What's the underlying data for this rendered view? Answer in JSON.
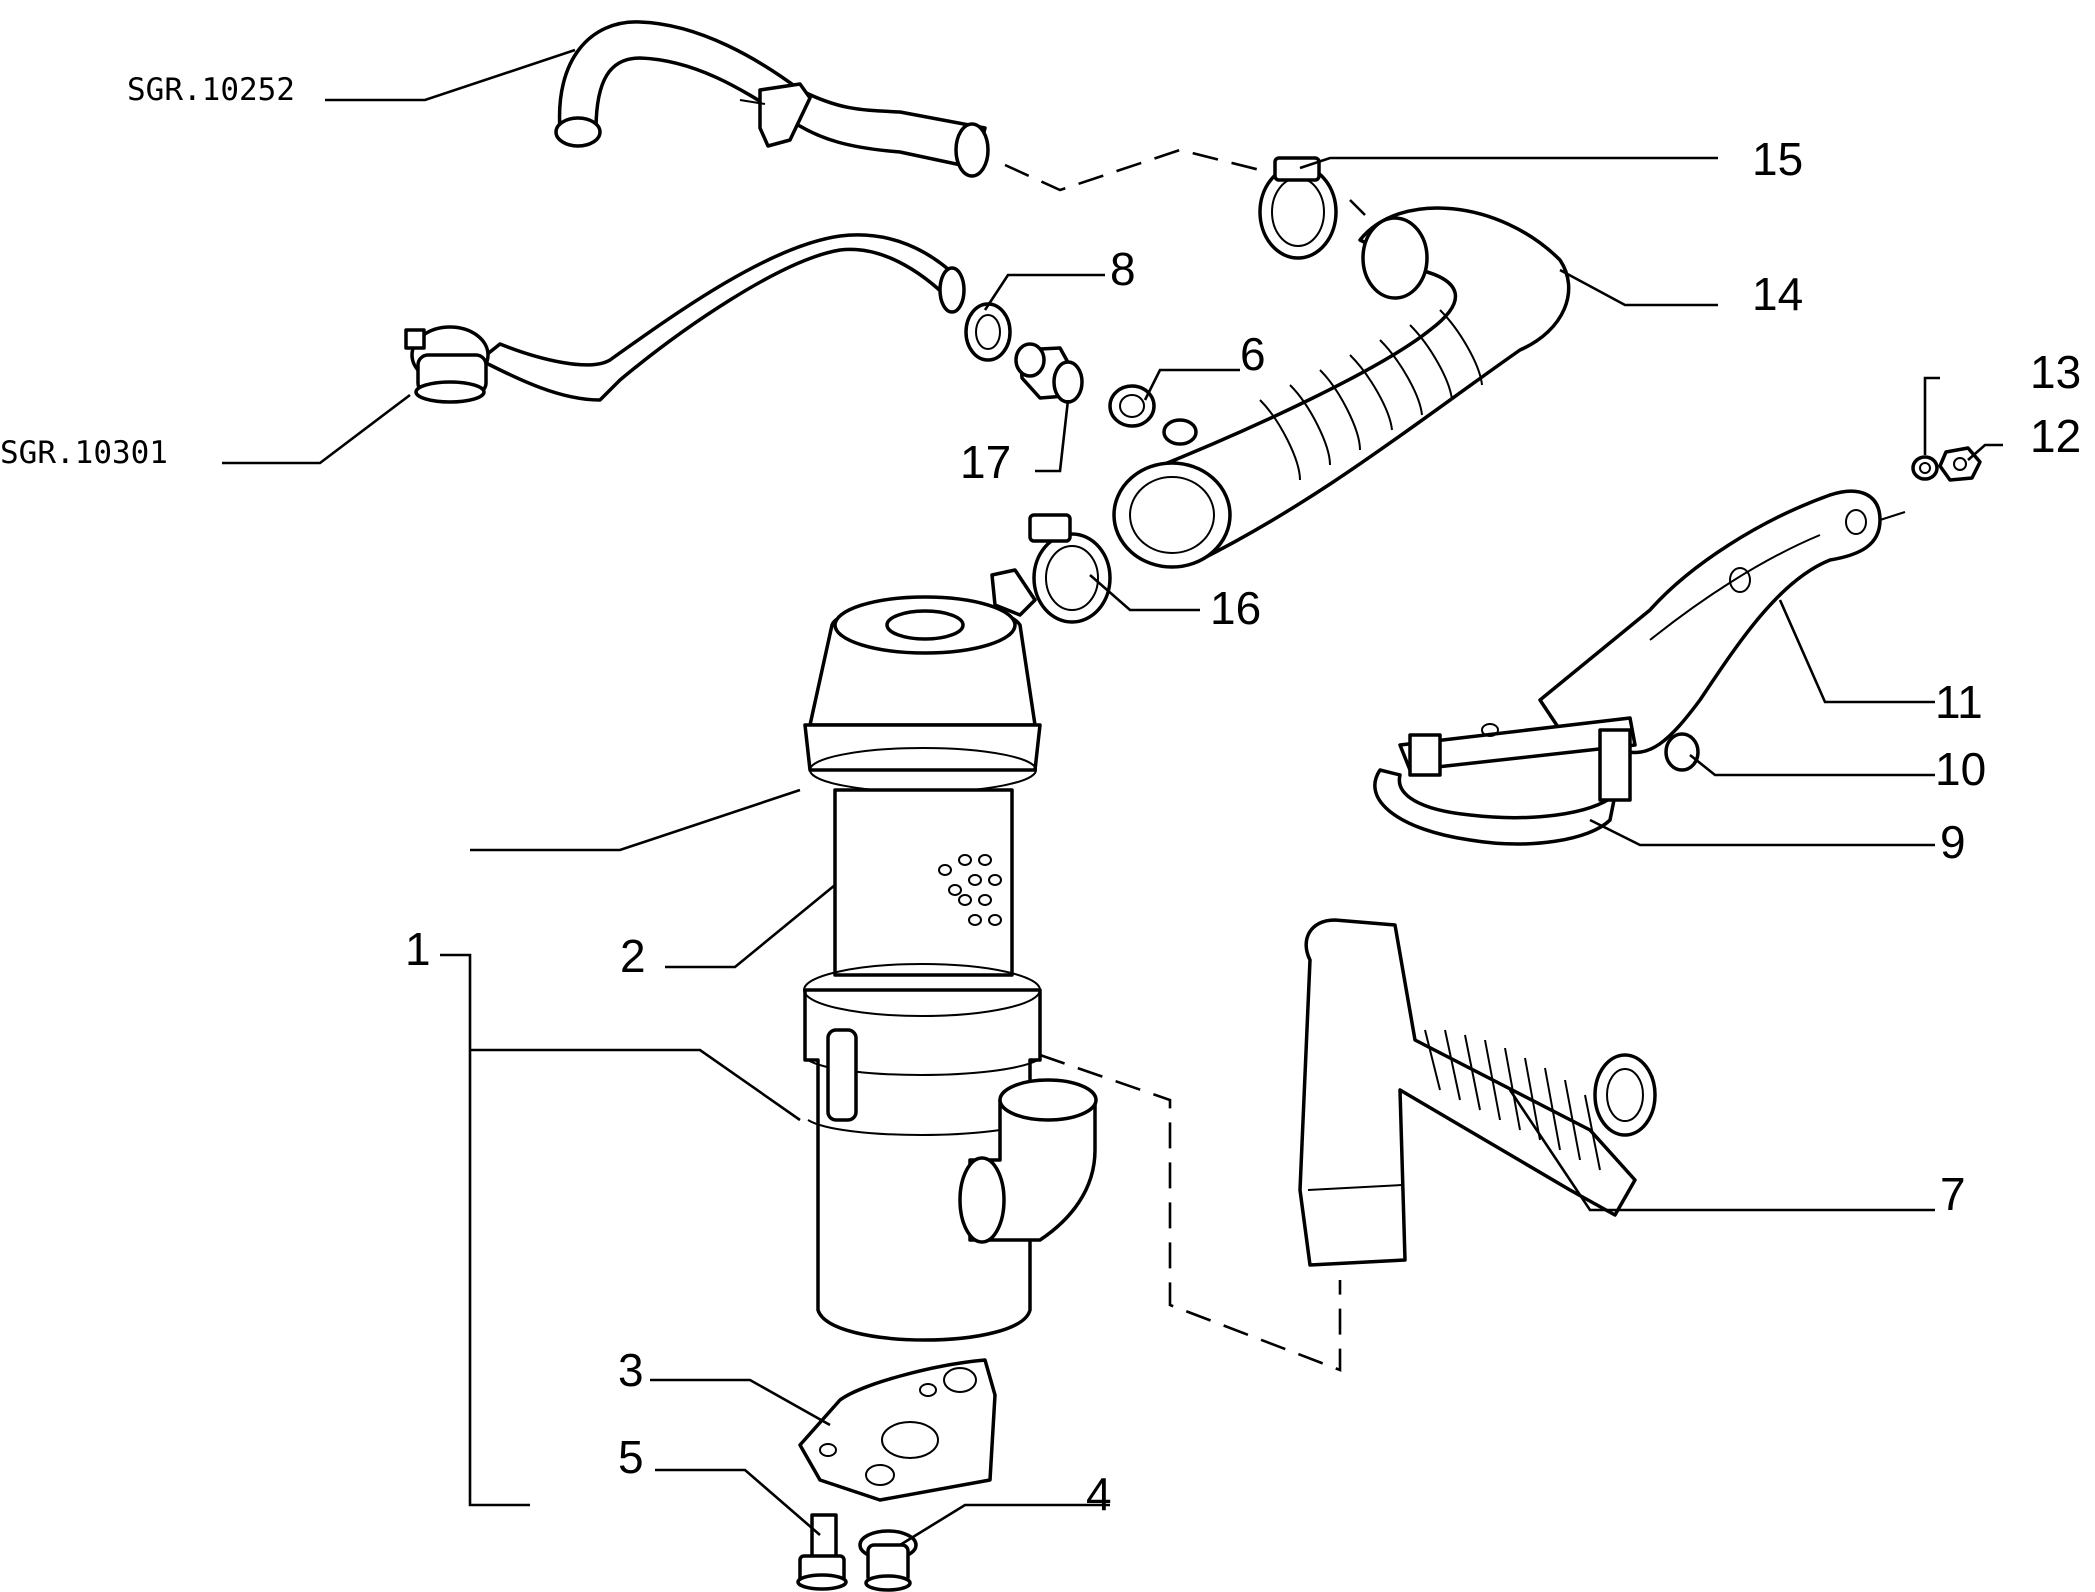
{
  "refs": {
    "ref_top": "SGR.10252",
    "ref_left": "SGR.10301"
  },
  "labels": {
    "l1": "1",
    "l2": "2",
    "l3": "3",
    "l4": "4",
    "l5": "5",
    "l6": "6",
    "l7": "7",
    "l8": "8",
    "l9": "9",
    "l10": "10",
    "l11": "11",
    "l12": "12",
    "l13": "13",
    "l14": "14",
    "l15": "15",
    "l16": "16",
    "l17": "17"
  }
}
